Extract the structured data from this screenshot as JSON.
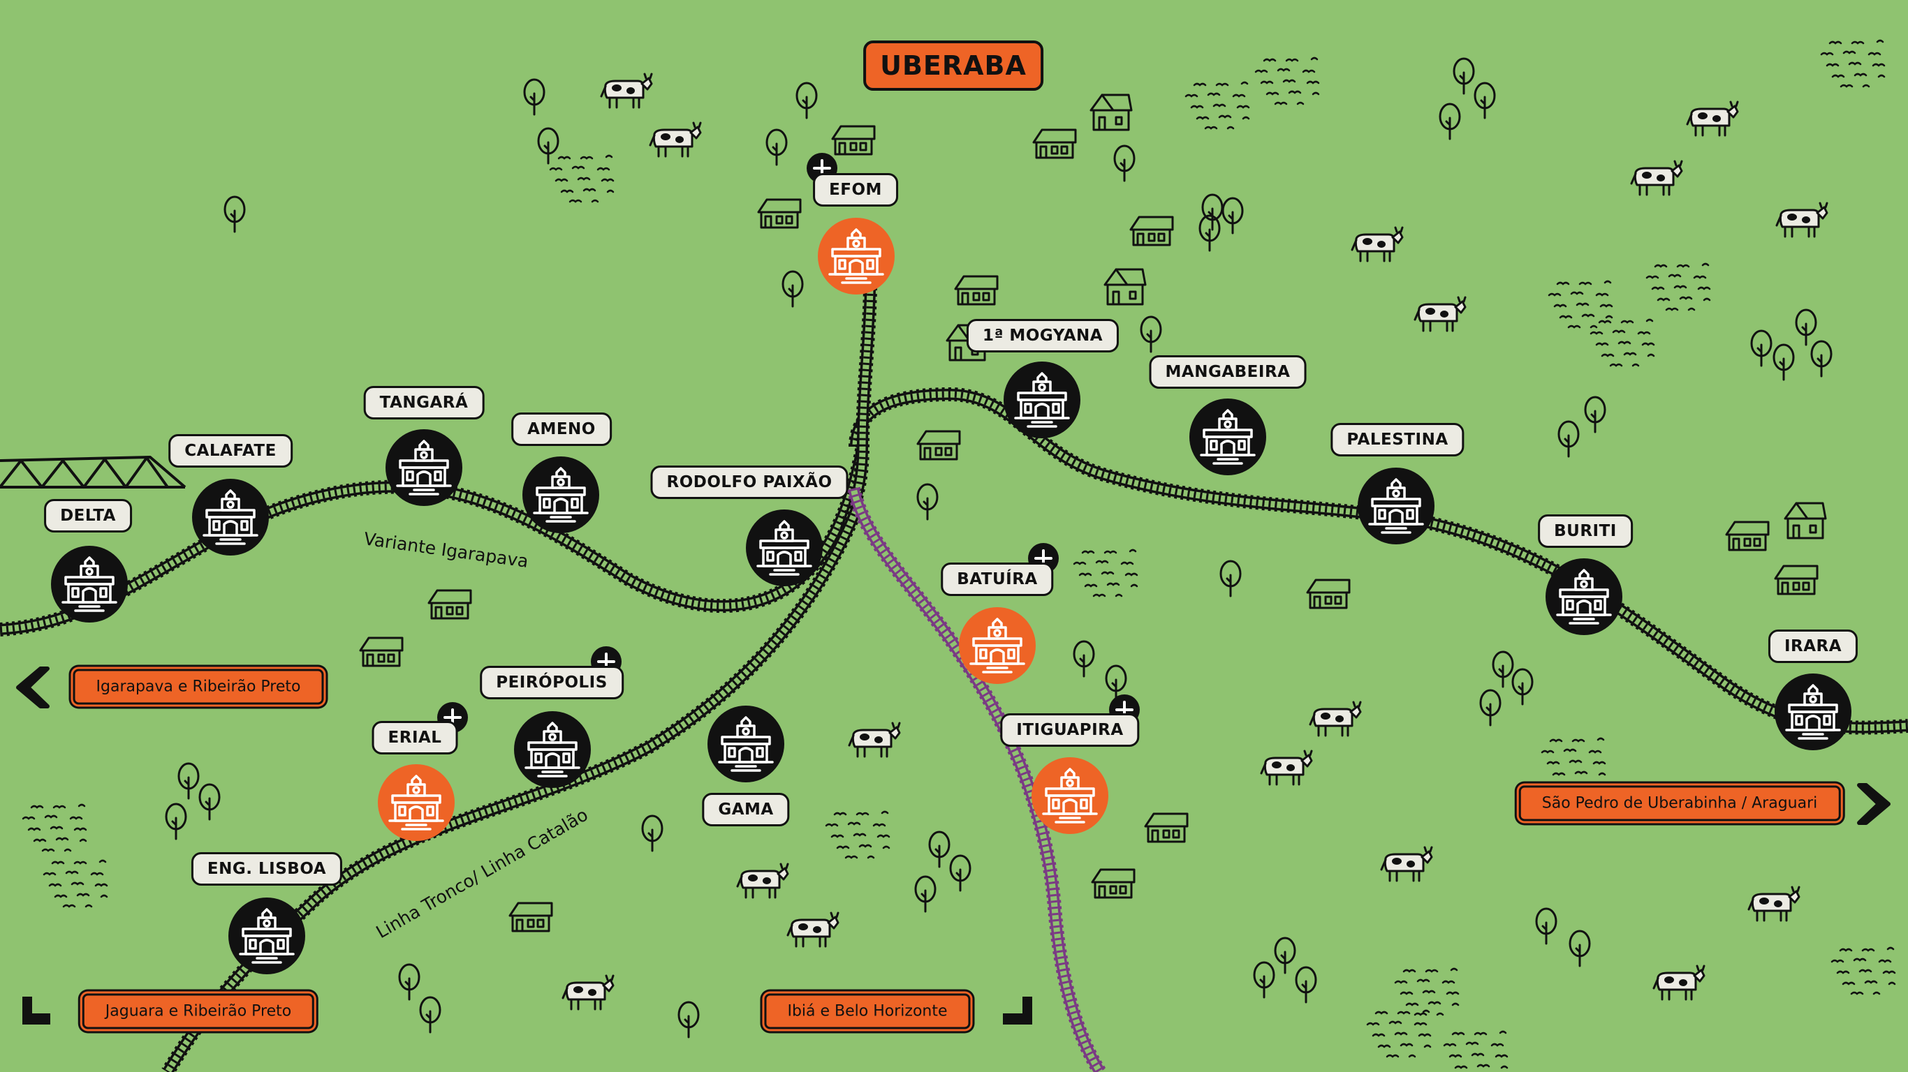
{
  "city": {
    "name": "UBERABA"
  },
  "stations": [
    {
      "id": "delta",
      "name": "DELTA",
      "type": "regular"
    },
    {
      "id": "calafate",
      "name": "CALAFATE",
      "type": "regular"
    },
    {
      "id": "tangara",
      "name": "TANGARÁ",
      "type": "regular"
    },
    {
      "id": "ameno",
      "name": "AMENO",
      "type": "regular"
    },
    {
      "id": "rodolfo",
      "name": "RODOLFO PAIXÃO",
      "type": "regular"
    },
    {
      "id": "efom",
      "name": "EFOM",
      "type": "featured",
      "has_plus": true
    },
    {
      "id": "mogyana",
      "name": "1ª MOGYANA",
      "type": "regular"
    },
    {
      "id": "mangabeira",
      "name": "MANGABEIRA",
      "type": "regular"
    },
    {
      "id": "palestina",
      "name": "PALESTINA",
      "type": "regular"
    },
    {
      "id": "buriti",
      "name": "BURITI",
      "type": "regular"
    },
    {
      "id": "irara",
      "name": "IRARA",
      "type": "regular"
    },
    {
      "id": "batuira",
      "name": "BATUÍRA",
      "type": "featured",
      "has_plus": true
    },
    {
      "id": "itiguapira",
      "name": "ITIGUAPIRA",
      "type": "featured",
      "has_plus": true
    },
    {
      "id": "gama",
      "name": "GAMA",
      "type": "regular"
    },
    {
      "id": "peiropolis",
      "name": "PEIRÓPOLIS",
      "type": "regular",
      "has_plus": true
    },
    {
      "id": "erial",
      "name": "ERIAL",
      "type": "featured",
      "has_plus": true
    },
    {
      "id": "englisboa",
      "name": "ENG. LISBOA",
      "type": "regular"
    }
  ],
  "line_labels": {
    "variante": "Variante Igarapava",
    "tronco": "Linha Tronco/ Linha Catalão"
  },
  "destinations": {
    "igarapava": "Igarapava e Ribeirão Preto",
    "jaguara": "Jaguara e Ribeirão Preto",
    "ibia": "Ibiá e Belo Horizonte",
    "sao_pedro": "São Pedro de Uberabinha / Araguari"
  },
  "colors": {
    "background": "#8fc370",
    "featured_station": "#ee6426",
    "regular_station": "#111111",
    "branch_line": "#7a3a84",
    "label_bg": "#ecebe3"
  }
}
